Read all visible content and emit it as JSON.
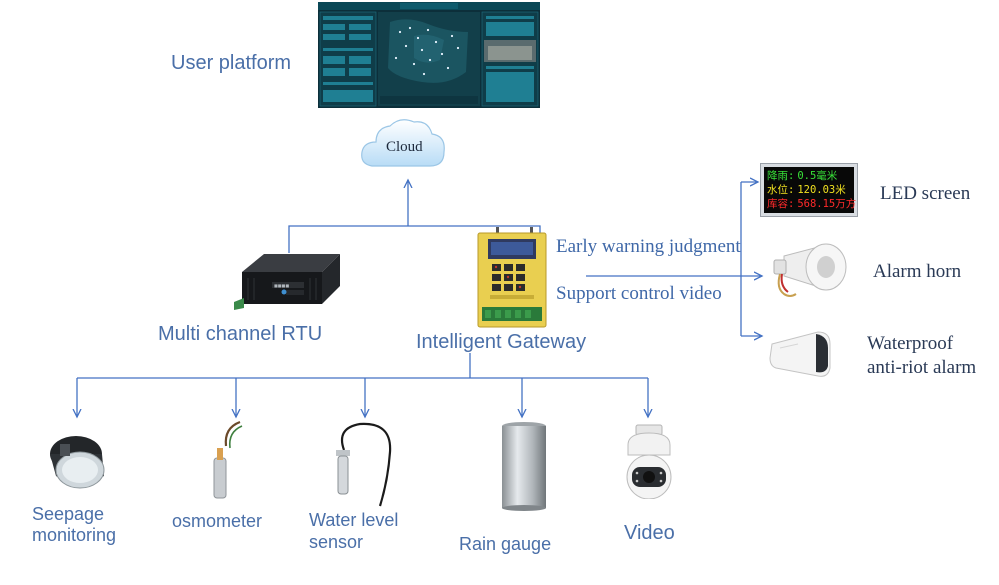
{
  "labels": {
    "user_platform": "User platform",
    "cloud": "Cloud",
    "rtu": "Multi channel RTU",
    "gateway": "Intelligent Gateway",
    "early_warning": "Early warning judgment",
    "support_video": "Support control video",
    "led_screen": "LED screen",
    "alarm_horn": "Alarm horn",
    "waterproof_line1": "Waterproof",
    "waterproof_line2": "anti-riot alarm",
    "seepage_line1": "Seepage",
    "seepage_line2": "monitoring",
    "osmometer": "osmometer",
    "water_level_line1": "Water level",
    "water_level_line2": "sensor",
    "rain_gauge": "Rain gauge",
    "video": "Video"
  },
  "led": {
    "line1_label": "降雨:",
    "line1_value": "0.5毫米",
    "line2_label": "水位:",
    "line2_value": "120.03米",
    "line3_label": "库容:",
    "line3_value": "568.15万方"
  },
  "colors": {
    "arrow": "#4472c4",
    "label_blue": "#4a6fa8",
    "led_green": "#38e038",
    "led_yellow": "#f0e020",
    "led_red": "#ff2a2a"
  }
}
